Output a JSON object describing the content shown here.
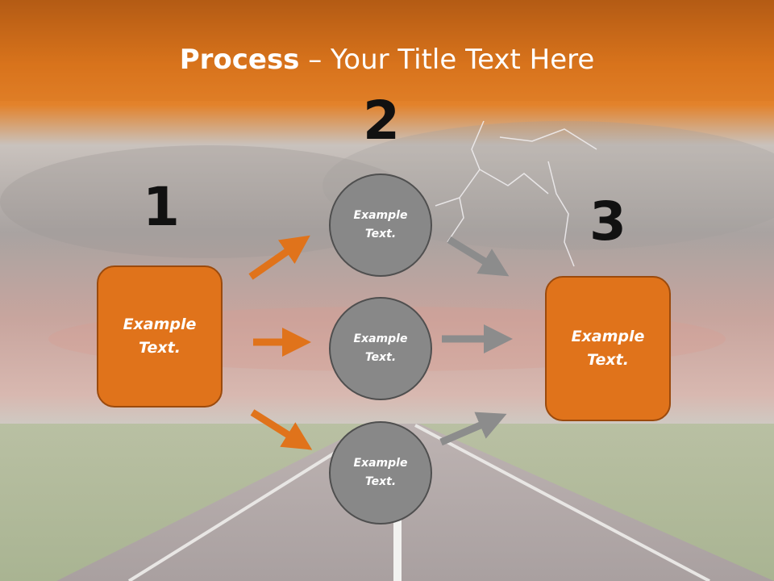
{
  "slide": {
    "title_bold": "Process",
    "title_rest": " – Your Title Text Here",
    "step_numbers": [
      "1",
      "2",
      "3"
    ],
    "left_box_text": "Example Text.",
    "right_box_text": "Example Text.",
    "circles": [
      "Example Text.",
      "Example Text.",
      "Example Text."
    ]
  },
  "colors": {
    "accent_orange": "#e0731b",
    "circle_gray": "#888888",
    "arrow_gray": "#8c8c8c",
    "title_bar": "#d9721c"
  }
}
